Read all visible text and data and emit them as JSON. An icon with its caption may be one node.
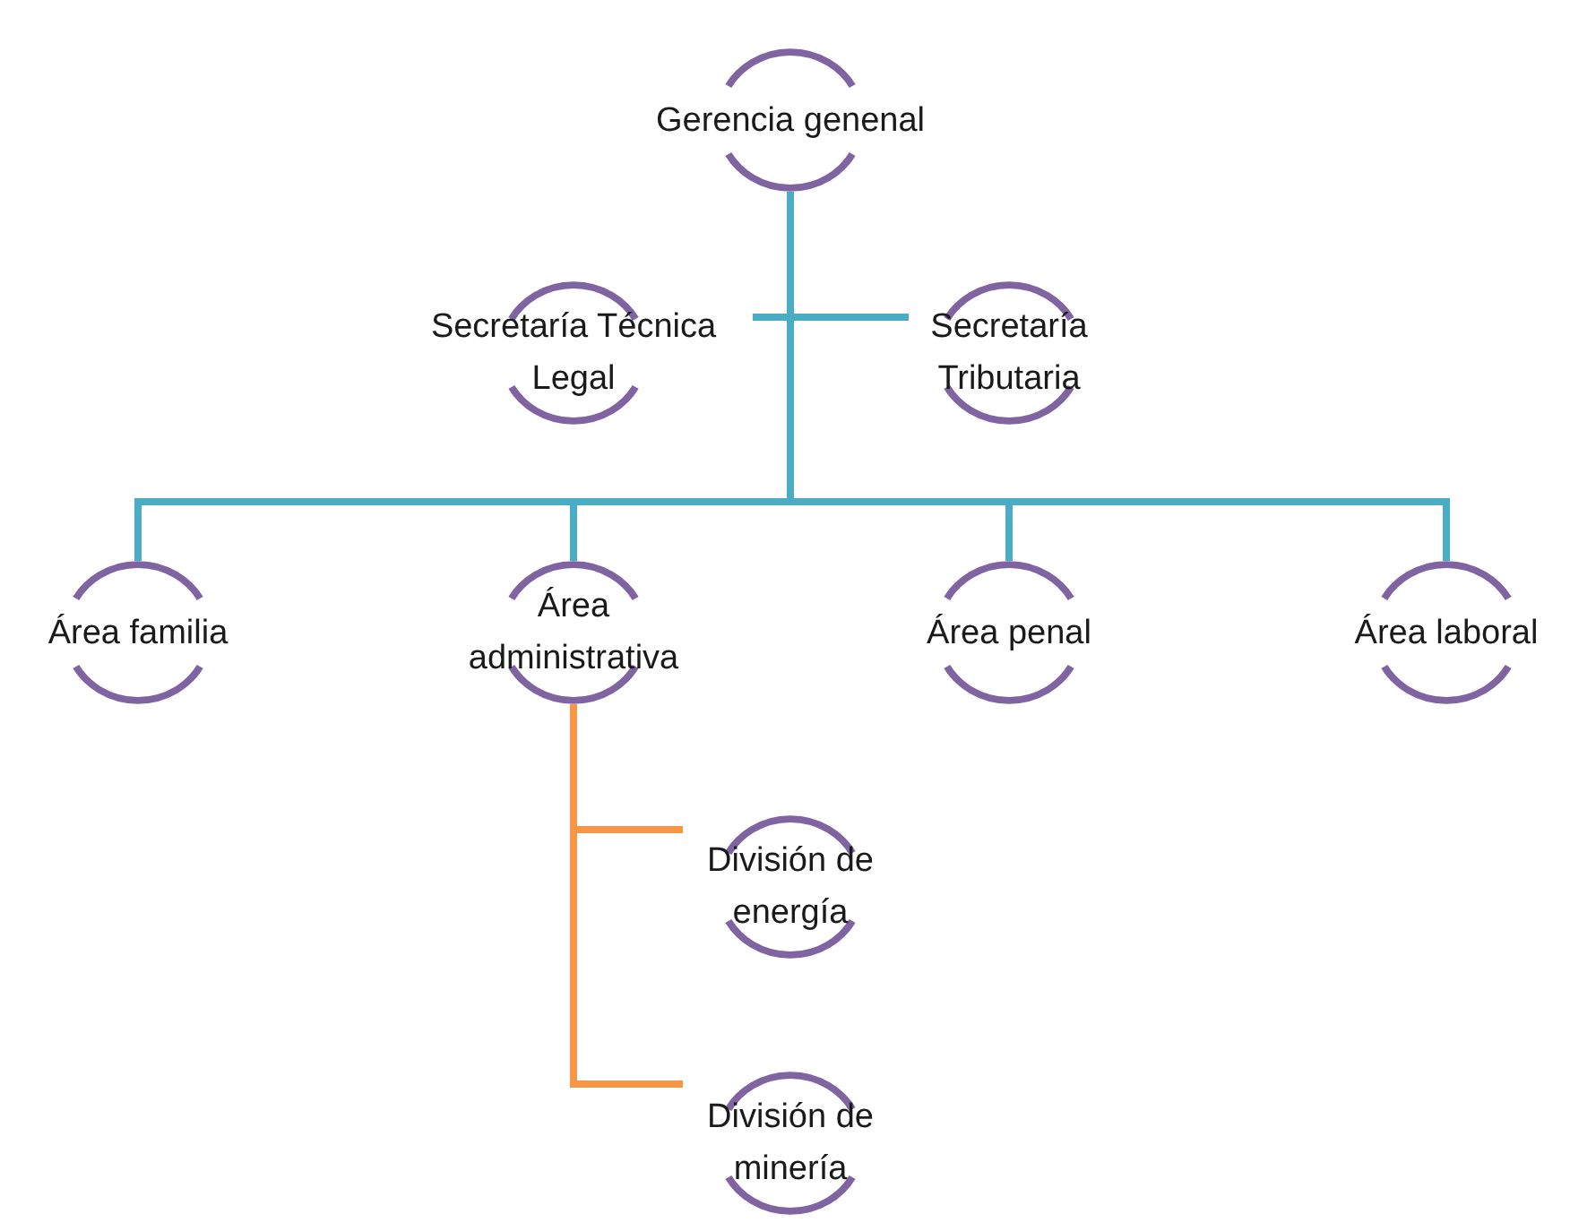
{
  "diagram": {
    "nodes": [
      {
        "text": [
          "Gerencia genenal"
        ]
      },
      {
        "text": [
          "Secretaría Técnica Legal"
        ]
      },
      {
        "text": [
          "Secretaría Tributaria"
        ]
      },
      {
        "text": [
          "Área familia"
        ]
      },
      {
        "text": [
          "Área administrativa"
        ]
      },
      {
        "text": [
          "Área penal"
        ]
      },
      {
        "text": [
          "Área laboral"
        ]
      },
      {
        "text": [
          "División de energía"
        ]
      },
      {
        "text": [
          "División de minería"
        ]
      }
    ],
    "edges": [
      {
        "from": 0,
        "to": 1,
        "arrow": "none"
      },
      {
        "from": 0,
        "to": 2,
        "arrow": "none"
      },
      {
        "from": 0,
        "to": 3,
        "arrow": "none"
      },
      {
        "from": 0,
        "to": 4,
        "arrow": "none"
      },
      {
        "from": 0,
        "to": 5,
        "arrow": "none"
      },
      {
        "from": 0,
        "to": 6,
        "arrow": "none"
      },
      {
        "from": 4,
        "to": 7,
        "arrow": "none",
        "color": "#f79646"
      },
      {
        "from": 4,
        "to": 8,
        "arrow": "none",
        "color": "#f79646"
      }
    ]
  }
}
